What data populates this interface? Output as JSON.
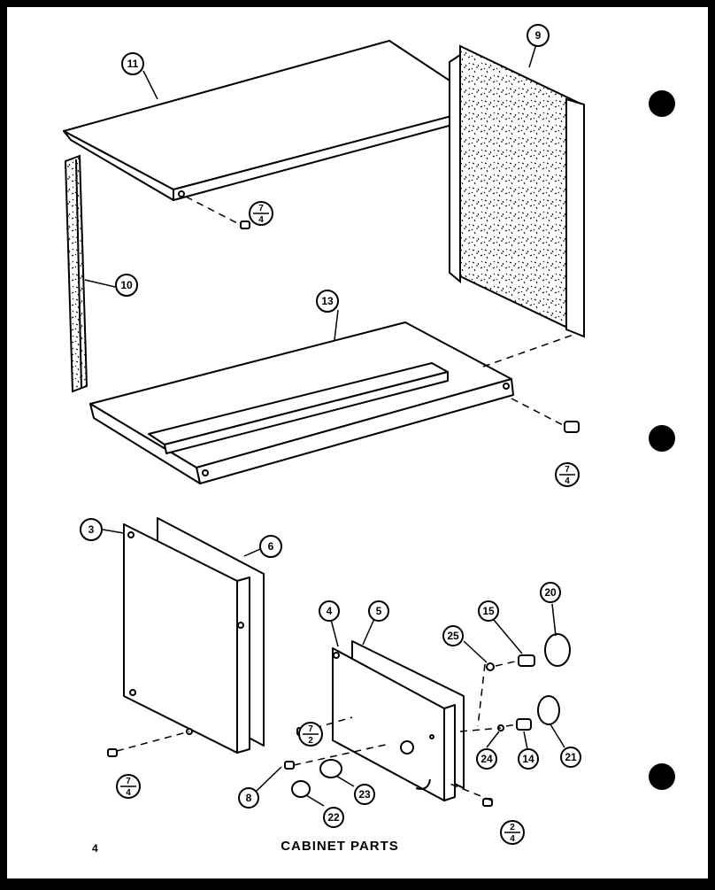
{
  "page_number": "4",
  "caption": "CABINET PARTS",
  "callouts": [
    {
      "id": "callout-11",
      "label": "11"
    },
    {
      "id": "callout-9",
      "label": "9"
    },
    {
      "id": "callout-10",
      "label": "10"
    },
    {
      "id": "callout-13",
      "label": "13"
    },
    {
      "id": "callout-3",
      "label": "3"
    },
    {
      "id": "callout-6",
      "label": "6"
    },
    {
      "id": "callout-4",
      "label": "4"
    },
    {
      "id": "callout-5",
      "label": "5"
    },
    {
      "id": "callout-25",
      "label": "25"
    },
    {
      "id": "callout-15",
      "label": "15"
    },
    {
      "id": "callout-20",
      "label": "20"
    },
    {
      "id": "callout-24",
      "label": "24"
    },
    {
      "id": "callout-14",
      "label": "14"
    },
    {
      "id": "callout-21",
      "label": "21"
    },
    {
      "id": "callout-8",
      "label": "8"
    },
    {
      "id": "callout-23",
      "label": "23"
    },
    {
      "id": "callout-22",
      "label": "22"
    }
  ],
  "refs": [
    {
      "id": "ref-7-4-top",
      "top": "7",
      "bottom": "4"
    },
    {
      "id": "ref-7-4-right",
      "top": "7",
      "bottom": "4"
    },
    {
      "id": "ref-7-2",
      "top": "7",
      "bottom": "2"
    },
    {
      "id": "ref-7-4-left",
      "top": "7",
      "bottom": "4"
    },
    {
      "id": "ref-2-4",
      "top": "2",
      "bottom": "4"
    }
  ]
}
